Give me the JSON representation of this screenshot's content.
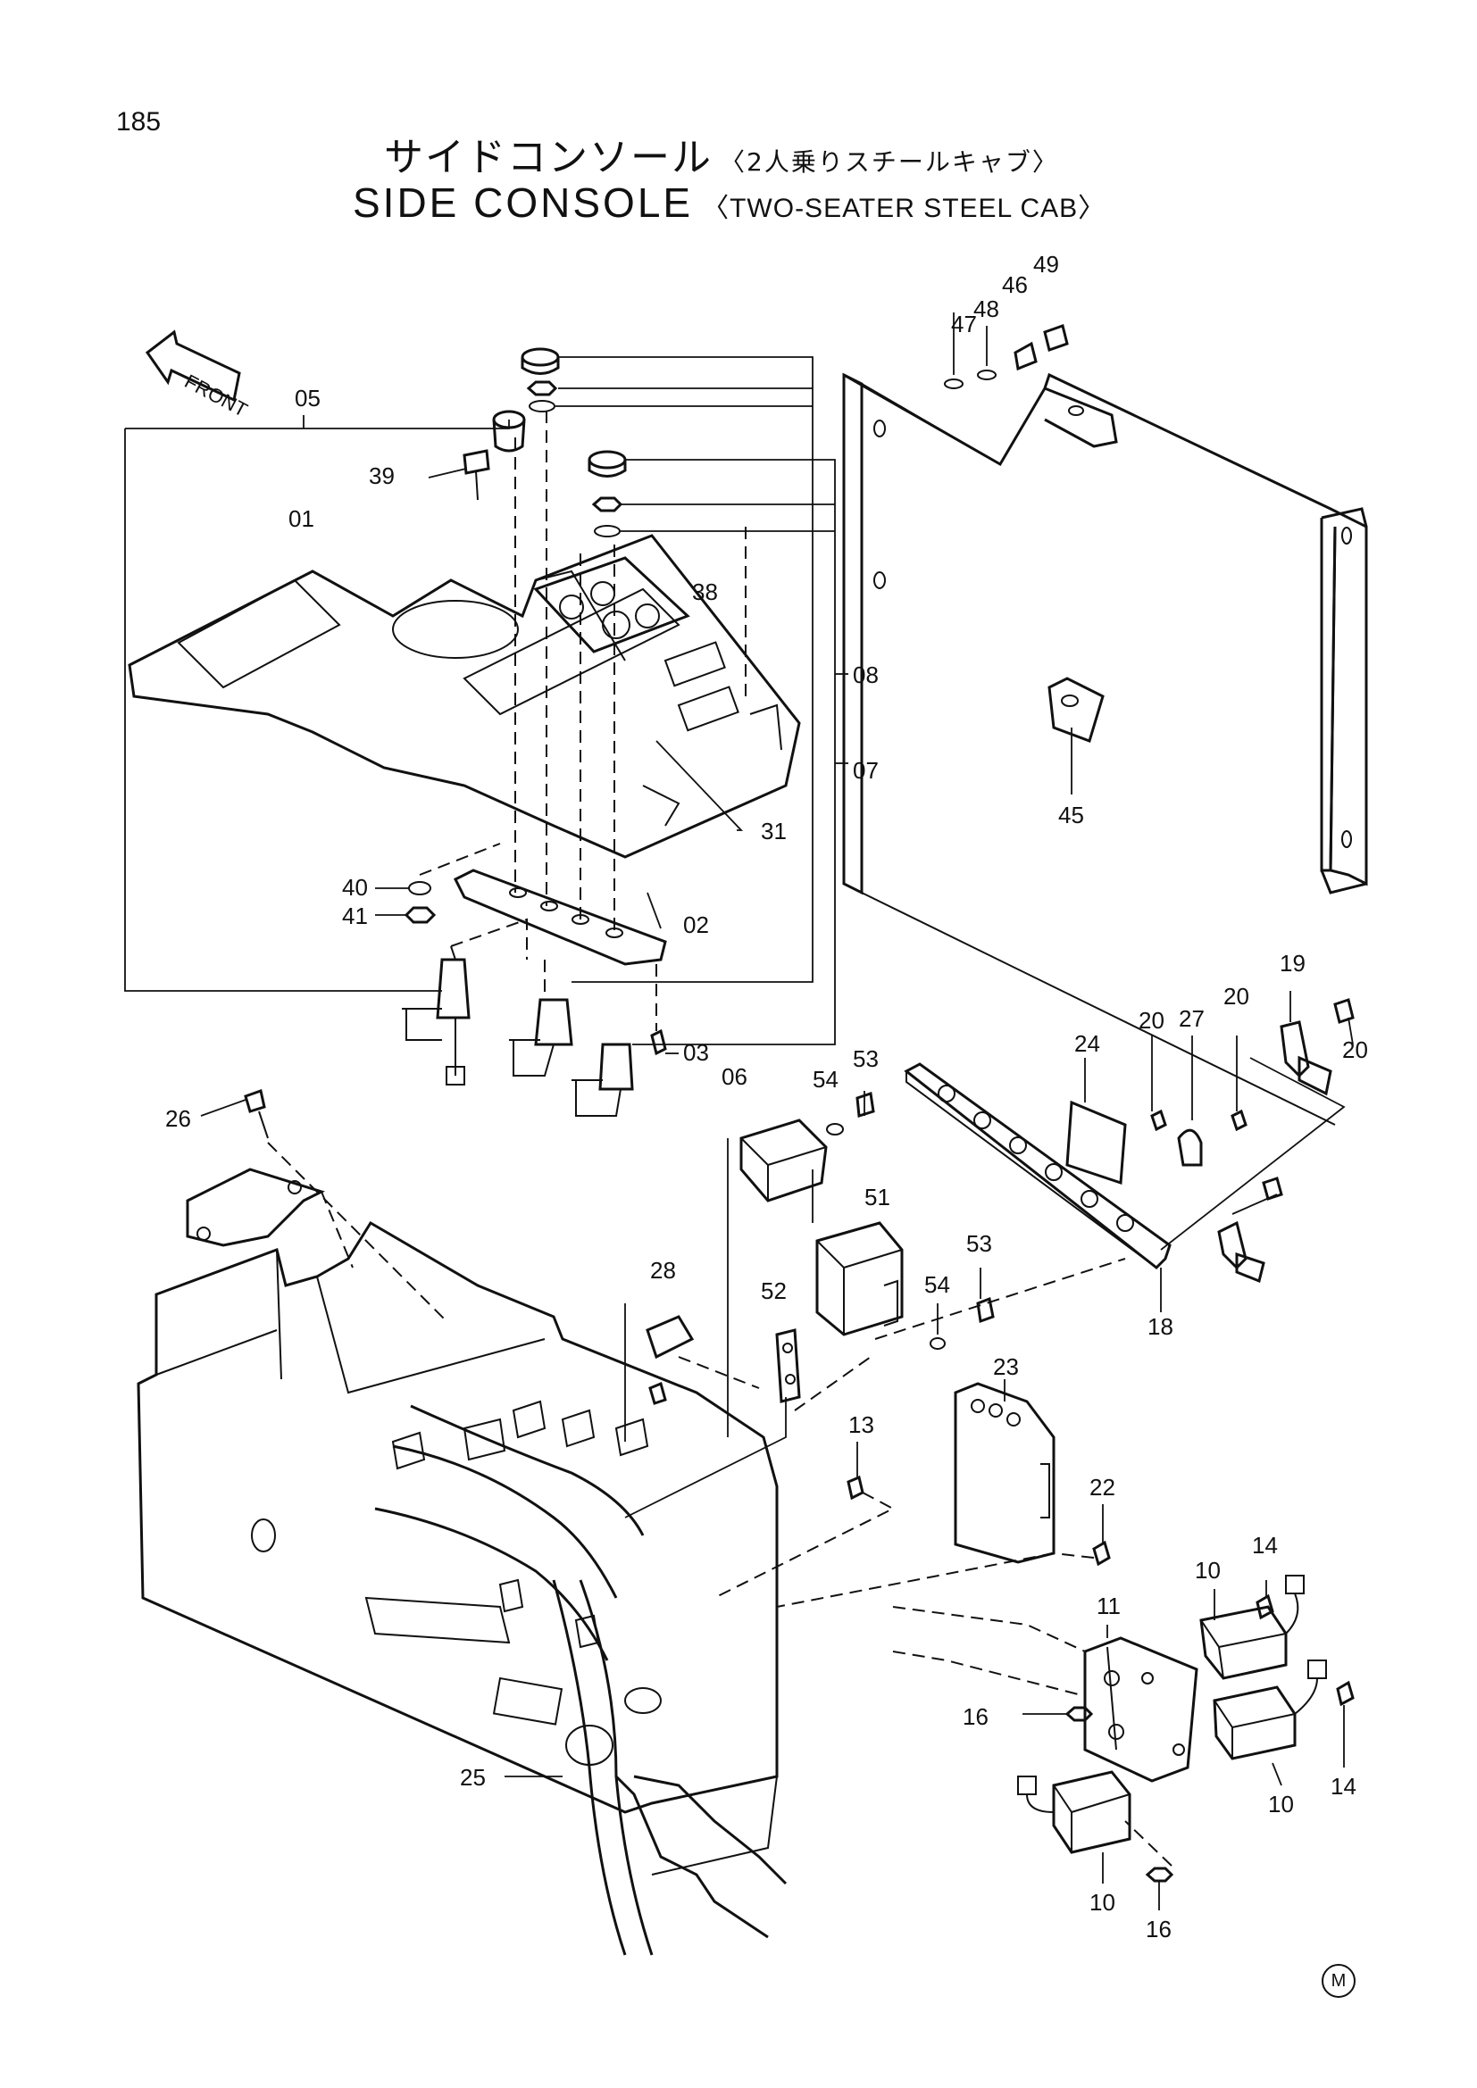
{
  "page": {
    "number": "185",
    "title_jp": "サイドコンソール",
    "title_jp_sub": "〈2人乗りスチールキャブ〉",
    "title_en": "SIDE CONSOLE",
    "title_en_sub": "〈TWO-SEATER STEEL CAB〉",
    "arrow_label": "FRONT",
    "mark": "M"
  },
  "callouts": {
    "c01": "01",
    "c02": "02",
    "c03": "03",
    "c05": "05",
    "c06": "06",
    "c07": "07",
    "c08": "08",
    "c10a": "10",
    "c10b": "10",
    "c10c": "10",
    "c11": "11",
    "c13": "13",
    "c14a": "14",
    "c14b": "14",
    "c16a": "16",
    "c16b": "16",
    "c18": "18",
    "c19": "19",
    "c20a": "20",
    "c20b": "20",
    "c20c": "20",
    "c22": "22",
    "c23": "23",
    "c24": "24",
    "c25": "25",
    "c26": "26",
    "c27": "27",
    "c28": "28",
    "c31": "31",
    "c38": "38",
    "c39": "39",
    "c40": "40",
    "c41": "41",
    "c45": "45",
    "c46": "46",
    "c47": "47",
    "c48": "48",
    "c49": "49",
    "c51": "51",
    "c52": "52",
    "c53a": "53",
    "c53b": "53",
    "c54a": "54",
    "c54b": "54"
  }
}
